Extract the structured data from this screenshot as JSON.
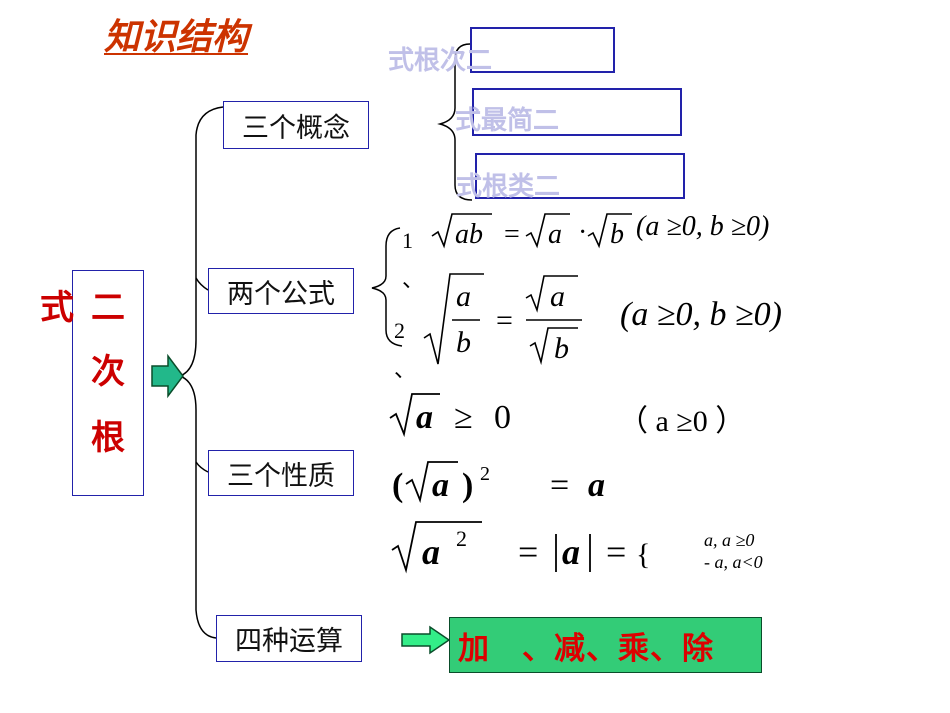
{
  "title": "知识结构",
  "root": {
    "chars": [
      "式",
      "二",
      "次",
      "根"
    ]
  },
  "branches": [
    {
      "label": "三个概念"
    },
    {
      "label": "两个公式"
    },
    {
      "label": "三个性质"
    },
    {
      "label": "四种运算"
    }
  ],
  "concepts": [
    "式根次二",
    "式最简二",
    "式根类二"
  ],
  "formulas": {
    "f1_num": "1",
    "f1_sep": "、",
    "f2_num": "2",
    "f2_sep": "、",
    "f1_cond": "(a ≥0, b ≥0)",
    "f2_cond": "(a ≥0, b ≥0)"
  },
  "properties": {
    "p1_cond": "（ a ≥0 ）",
    "p3_case1": "a, a ≥0",
    "p3_case2": "- a, a<0"
  },
  "operations": {
    "text": "加　、减、乘、除"
  },
  "colors": {
    "title": "#cc3300",
    "root_text": "#cc0000",
    "box_border": "#2222aa",
    "ops_bg": "#33cc77",
    "arrow": "#22b88a"
  }
}
